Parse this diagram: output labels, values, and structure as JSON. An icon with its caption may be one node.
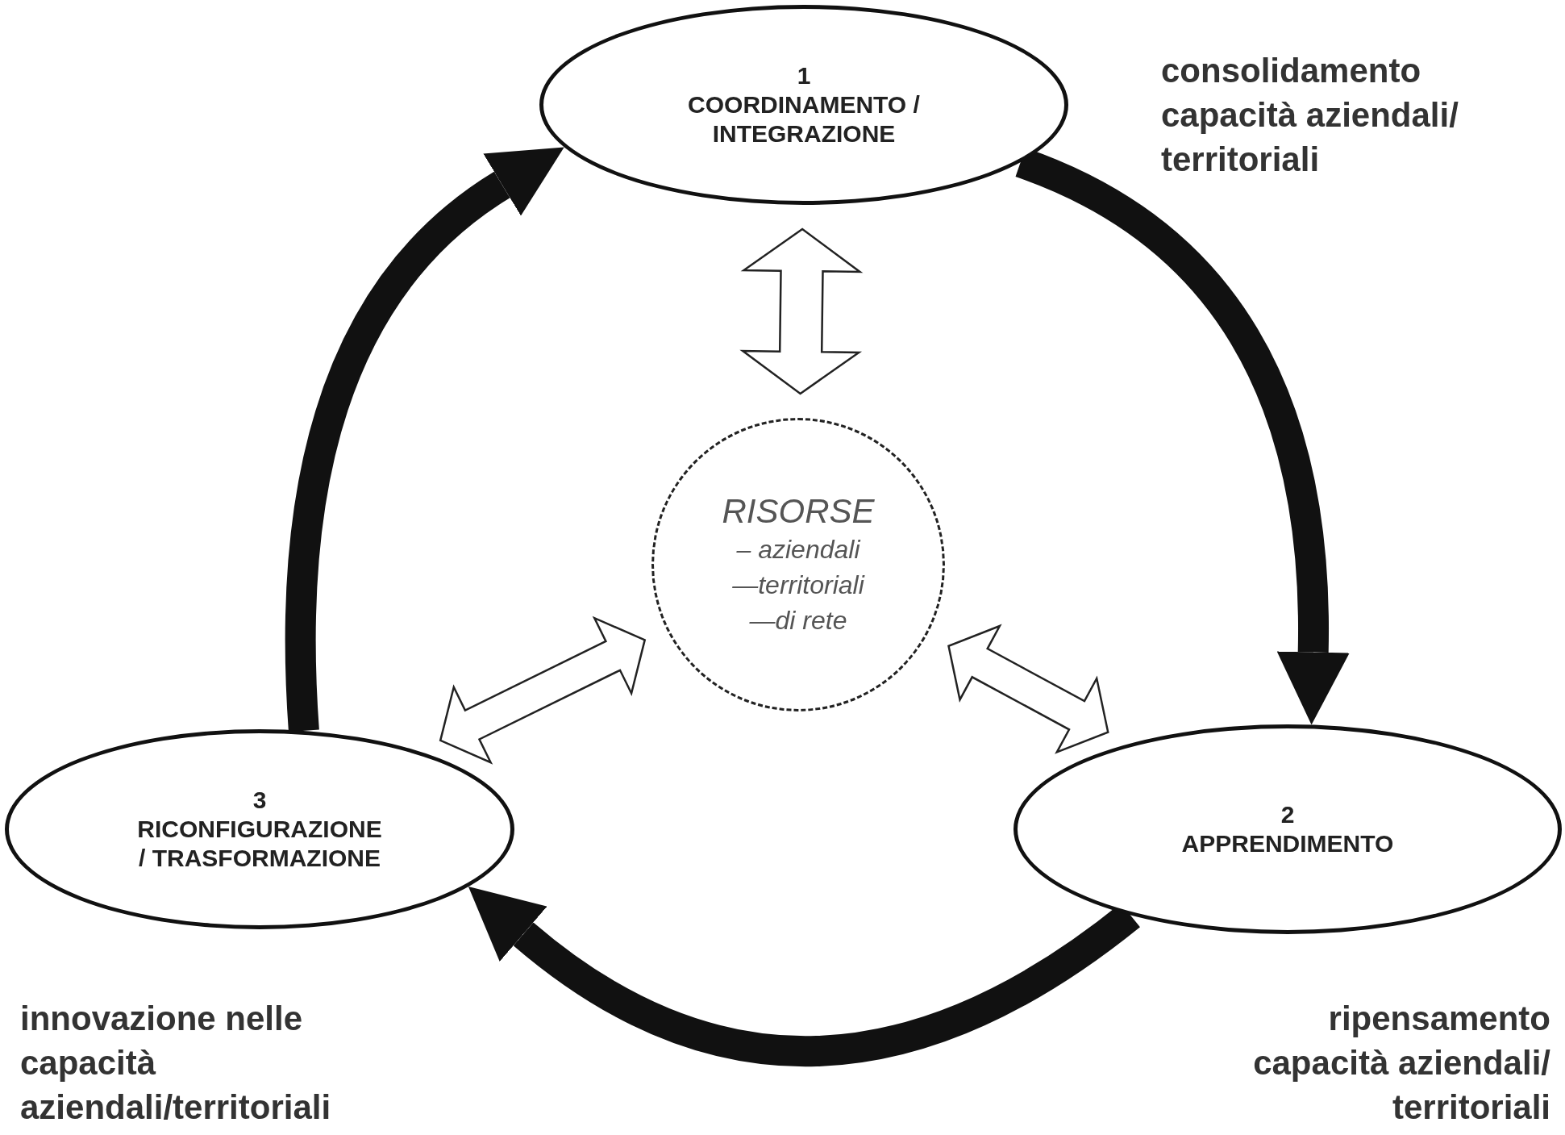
{
  "diagram": {
    "nodes": [
      {
        "text": [
          "1",
          "COORDINAMENTO / INTEGRAZIONE"
        ]
      },
      {
        "text": [
          "2",
          "APPRENDIMENTO"
        ]
      },
      {
        "text": [
          "3",
          "RICONFIGURAZIONE / TRASFORMAZIONE"
        ]
      },
      {
        "text": [
          "RISORSE",
          "– aziendali",
          "—territoriali",
          "—di rete"
        ]
      }
    ],
    "edges": [
      {
        "from": 0,
        "to": 1,
        "arrow": "to"
      },
      {
        "from": 1,
        "to": 2,
        "arrow": "to"
      },
      {
        "from": 2,
        "to": 0,
        "arrow": "to"
      },
      {
        "from": 0,
        "to": 3,
        "arrow": "both"
      },
      {
        "from": 3,
        "to": 1,
        "arrow": "both"
      },
      {
        "from": 3,
        "to": 2,
        "arrow": "both"
      }
    ],
    "labels": [
      "consolidamento capacità aziendali/ territoriali",
      "innovazione nelle capacità aziendali/territoriali",
      "ripensamento capacità aziendali/ territoriali"
    ]
  }
}
